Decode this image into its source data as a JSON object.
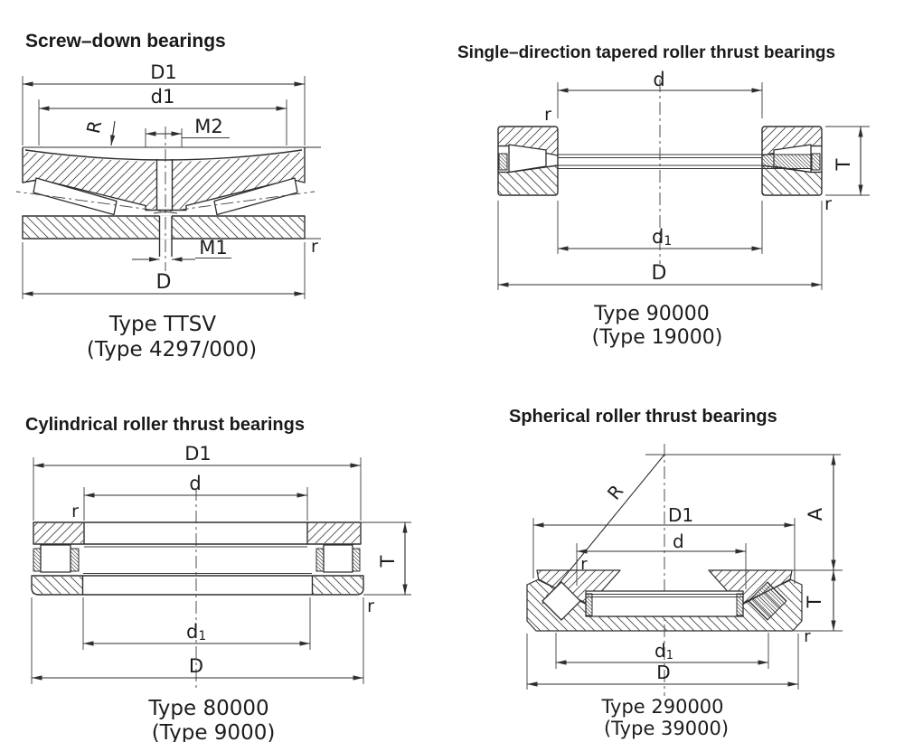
{
  "figure": {
    "background": "#ffffff",
    "line_color": "#2e2e2e",
    "diagrams": [
      {
        "id": "screw_down",
        "title": "Screw–down bearings",
        "type_line1": "Type TTSV",
        "type_line2": "(Type 4297/000)",
        "labels": {
          "D1": "D1",
          "d1": "d1",
          "R": "R",
          "M2": "M2",
          "M1": "M1",
          "D": "D",
          "r": "r"
        }
      },
      {
        "id": "tapered",
        "title": "Single–direction tapered roller thrust bearings",
        "type_line1": "Type 90000",
        "type_line2": "(Type 19000)",
        "labels": {
          "d": "d",
          "r_top": "r",
          "T": "T",
          "r_bottom": "r",
          "d1_base": "d",
          "d1_sub": "1",
          "D": "D"
        }
      },
      {
        "id": "cylindrical",
        "title": "Cylindrical roller thrust bearings",
        "type_line1": "Type 80000",
        "type_line2": "(Type 9000)",
        "labels": {
          "D1": "D1",
          "d": "d",
          "r_top": "r",
          "T": "T",
          "r_bottom": "r",
          "d1_base": "d",
          "d1_sub": "1",
          "D": "D"
        }
      },
      {
        "id": "spherical",
        "title": "Spherical roller thrust bearings",
        "type_line1": "Type 290000",
        "type_line2": "(Type 39000)",
        "labels": {
          "R": "R",
          "D1": "D1",
          "d": "d",
          "r_left": "r",
          "A": "A",
          "T": "T",
          "r_right": "r",
          "d1_base": "d",
          "d1_sub": "1",
          "D": "D"
        }
      }
    ]
  }
}
